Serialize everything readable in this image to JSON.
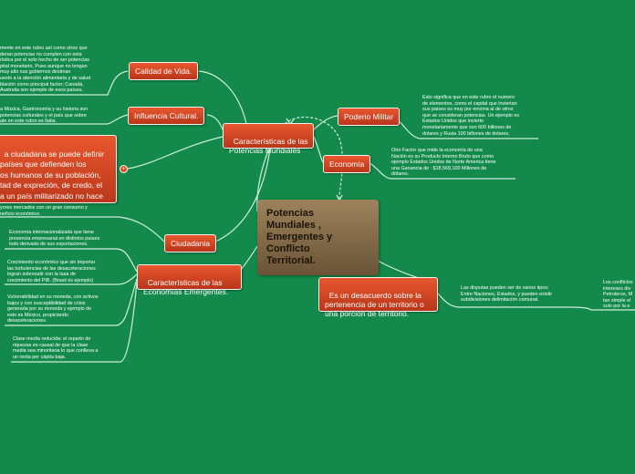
{
  "central": {
    "title": "Potencias\nMundiales ,\nEmergentes y\nConflicto\nTerritorial."
  },
  "nodes": {
    "caracteristicas_potencias": "Características de las\nPotencias Mundiales",
    "calidad_vida": "Calidad de Vida.",
    "influencia_cultural": "Influencia Cultural.",
    "poderio_militar": "Poderio Militar",
    "economia": "Economía",
    "ciudadania": "Ciudadania",
    "caracteristicas_emergentes": "Características de las\nEconomías Emergentes.",
    "desacuerdo": "Es un desacuerdo sobre la\npertenencia de un territorio o\nuna porcion de territorio."
  },
  "big_node": {
    "text": "a ciudadana se puede definir\npaíses que defienden los\nos humanos de su población,\ntad de expreción, de credo, el\na un país militarizado no hace\nvil esa característica. Lo\nante es el derecho humano.",
    "badge": "+"
  },
  "notes": {
    "calidad_vida": "mente en este rubro así como otros que\nderan potencias no cumplen con esta\nrística por el solo hecho de ser potencias\npital monetario, Pues aunque no tengan\nmuy alto sus gobiernos destinan\nuesto a la atención alimentaria y de salud\nblación como principal factor; Canadá,\nAustralia son ejemplo de esos países.",
    "influencia_cultural": "a Música, Gastronomía y su historia son\npotencias culturales y el país que sobre\nale en este rubro es Italia.",
    "poderio_militar": "Esto significa que en este rubro el numero\nde elementos, como el capital que inviertan\nsus países es muy por encima al de otros\nque se consideran potencias. Un ejemplo es\nEstados Unidos que invierte\nmonetariamente que son 600 billones de\ndolares y Rusia 100 billones de dolares.",
    "economia": "Otro Factor que mide la economía de una\nNación es su Producto Interno Bruto que como\nejemplo Estados Unidos de Norte America tiene\nuna Ganancia de : $18,569,100 Millones de\ndólares.",
    "mayores_mercados": "yores mercados con un gran consumo y\nneficio económico.",
    "emergente_1": "Economía internacionalizada que tiene\npresencia empresarial en distintos países\ntodo derivado de sus exportaciones.",
    "emergente_2": "Crecimiento económico que sin importar\nlas turbulencias de las desaceleraciones\nlogran sobresalir con la tasa de\ncrecimiento del PIB. (Brasil es ejemplo)",
    "emergente_3": "Vulnerabilidad en su moneda, con activos\nbajos y con susceptibilidad de crisis\ngenerada por su moneda y ejemplo de\nesto es México, propiciando\ndesaceleraciones.",
    "emergente_4": "Clase media reducida: el reparto de\nriquezas es causal de que la clase\nmedia sea minoritaria lo que conlleva a\nun renta per cápita baja.",
    "disputas": "Las disputas pueden ser de varios tipos:\nEntre Naciones, Estados, y pueden existir\nsubdivisiones delimitación comunal.",
    "conflictos": "Los conflictos\nintereses div\nPetroleros, M\ntan simple el\nsolo por la e"
  },
  "colors": {
    "background": "#138a4b",
    "node": "#d9482a",
    "central": "#8a7049",
    "link": "#d8f0df"
  }
}
